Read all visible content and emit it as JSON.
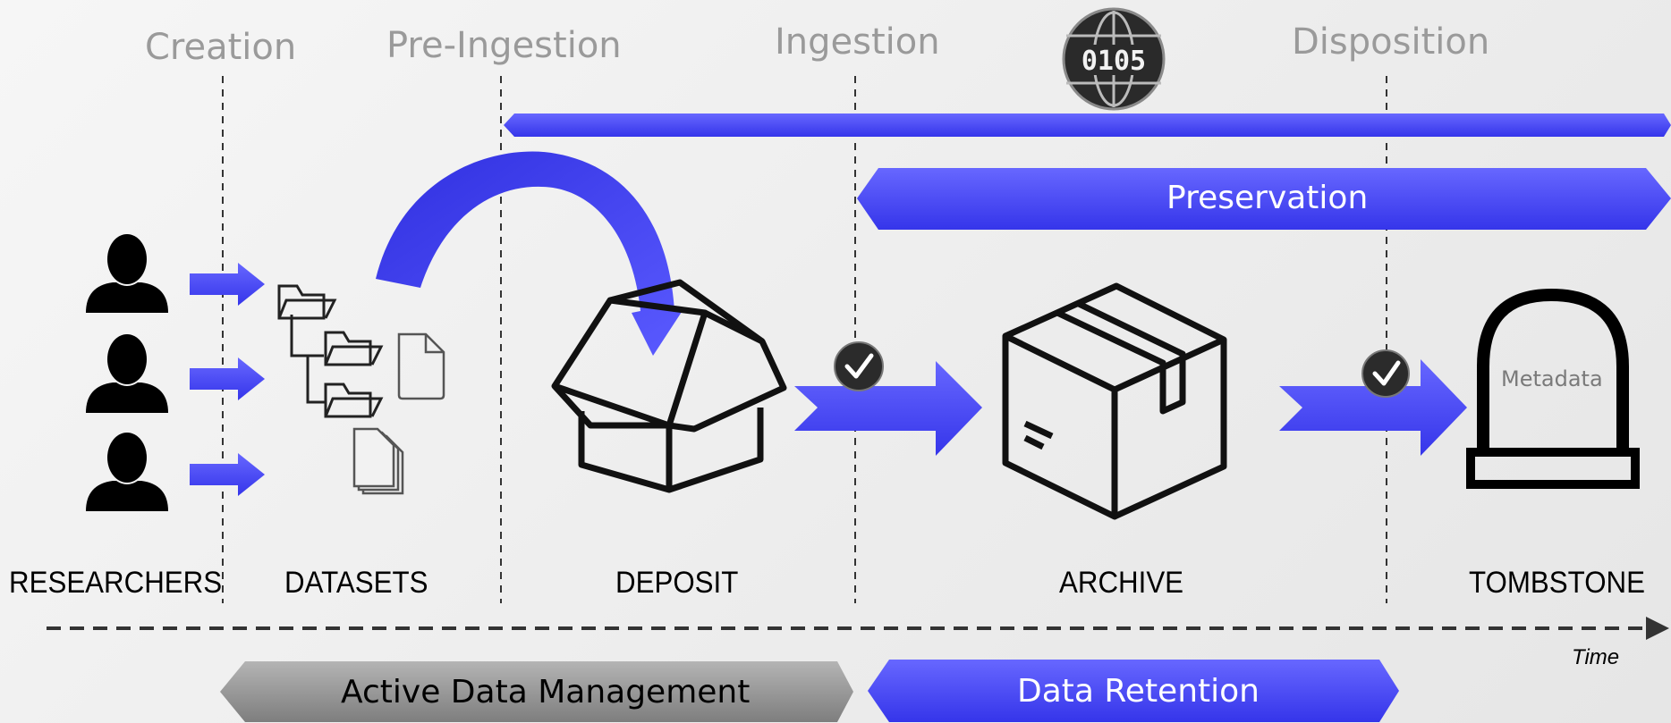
{
  "colors": {
    "accent_blue": "#4040f0",
    "band_gray": "#8f8f8f",
    "stage_text": "#9a9a9a",
    "icon_black": "#000000",
    "check_circle": "#2b2b2b"
  },
  "stages": {
    "creation": "Creation",
    "pre_ingestion": "Pre-Ingestion",
    "ingestion": "Ingestion",
    "disposition": "Disposition"
  },
  "web_icon_text": "0105",
  "preservation_label": "Preservation",
  "nodes": {
    "researchers": "RESEARCHERS",
    "datasets": "DATASETS",
    "deposit": "DEPOSIT",
    "archive": "ARCHIVE",
    "tombstone": "TOMBSTONE"
  },
  "tombstone_text": "Metadata",
  "time_label": "Time",
  "bands": {
    "active": "Active Data Management",
    "retention": "Data Retention"
  },
  "icons": {
    "researcher": "person-silhouette-icon",
    "folder": "folder-icon",
    "file": "file-icon",
    "open_box": "open-box-icon",
    "closed_box": "closed-box-icon",
    "tombstone": "tombstone-icon",
    "web": "globe-binary-icon",
    "check": "checkmark-icon"
  }
}
